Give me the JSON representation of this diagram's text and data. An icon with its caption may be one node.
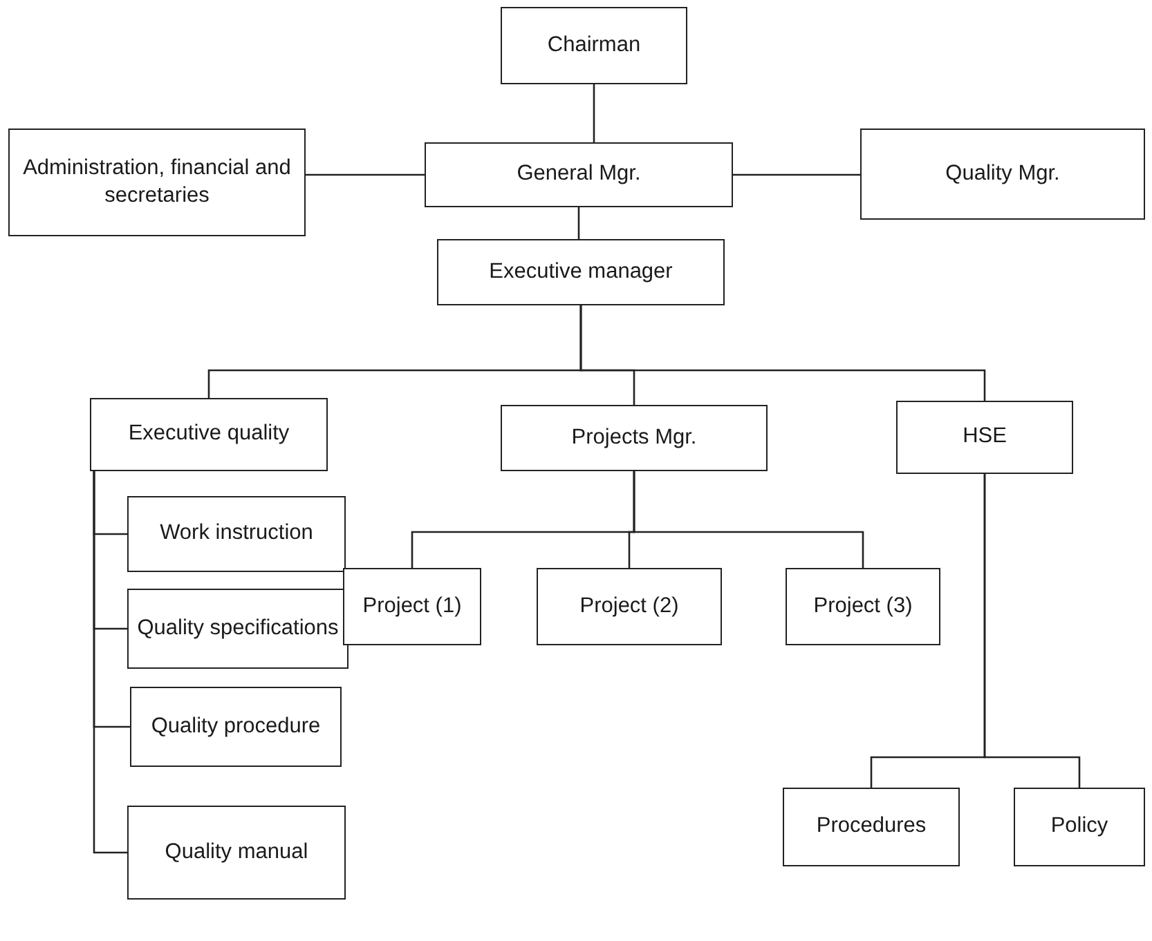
{
  "diagram": {
    "nodes": [
      {
        "text": [
          "Chairman"
        ]
      },
      {
        "text": [
          "General Mgr."
        ]
      },
      {
        "text": [
          "Administration, financial and secretaries"
        ]
      },
      {
        "text": [
          "Quality Mgr."
        ]
      },
      {
        "text": [
          "Executive manager"
        ]
      },
      {
        "text": [
          "Executive quality"
        ]
      },
      {
        "text": [
          "Projects Mgr."
        ]
      },
      {
        "text": [
          "HSE"
        ]
      },
      {
        "text": [
          "Work instruction"
        ]
      },
      {
        "text": [
          "Quality specifications"
        ]
      },
      {
        "text": [
          "Quality procedure"
        ]
      },
      {
        "text": [
          "Quality manual"
        ]
      },
      {
        "text": [
          "Project (1)"
        ]
      },
      {
        "text": [
          "Project (2)"
        ]
      },
      {
        "text": [
          "Project (3)"
        ]
      },
      {
        "text": [
          "Procedures"
        ]
      },
      {
        "text": [
          "Policy"
        ]
      }
    ],
    "edges": [
      {
        "from": 0,
        "to": 1,
        "arrow": "none"
      },
      {
        "from": 1,
        "to": 2,
        "arrow": "none"
      },
      {
        "from": 1,
        "to": 3,
        "arrow": "none"
      },
      {
        "from": 1,
        "to": 4,
        "arrow": "none"
      },
      {
        "from": 4,
        "to": 5,
        "arrow": "none"
      },
      {
        "from": 4,
        "to": 6,
        "arrow": "none"
      },
      {
        "from": 4,
        "to": 7,
        "arrow": "none"
      },
      {
        "from": 5,
        "to": 8,
        "arrow": "none"
      },
      {
        "from": 5,
        "to": 9,
        "arrow": "none"
      },
      {
        "from": 5,
        "to": 10,
        "arrow": "none"
      },
      {
        "from": 5,
        "to": 11,
        "arrow": "none"
      },
      {
        "from": 6,
        "to": 12,
        "arrow": "none"
      },
      {
        "from": 6,
        "to": 13,
        "arrow": "none"
      },
      {
        "from": 6,
        "to": 14,
        "arrow": "none"
      },
      {
        "from": 7,
        "to": 15,
        "arrow": "none"
      },
      {
        "from": 7,
        "to": 16,
        "arrow": "none"
      }
    ]
  }
}
